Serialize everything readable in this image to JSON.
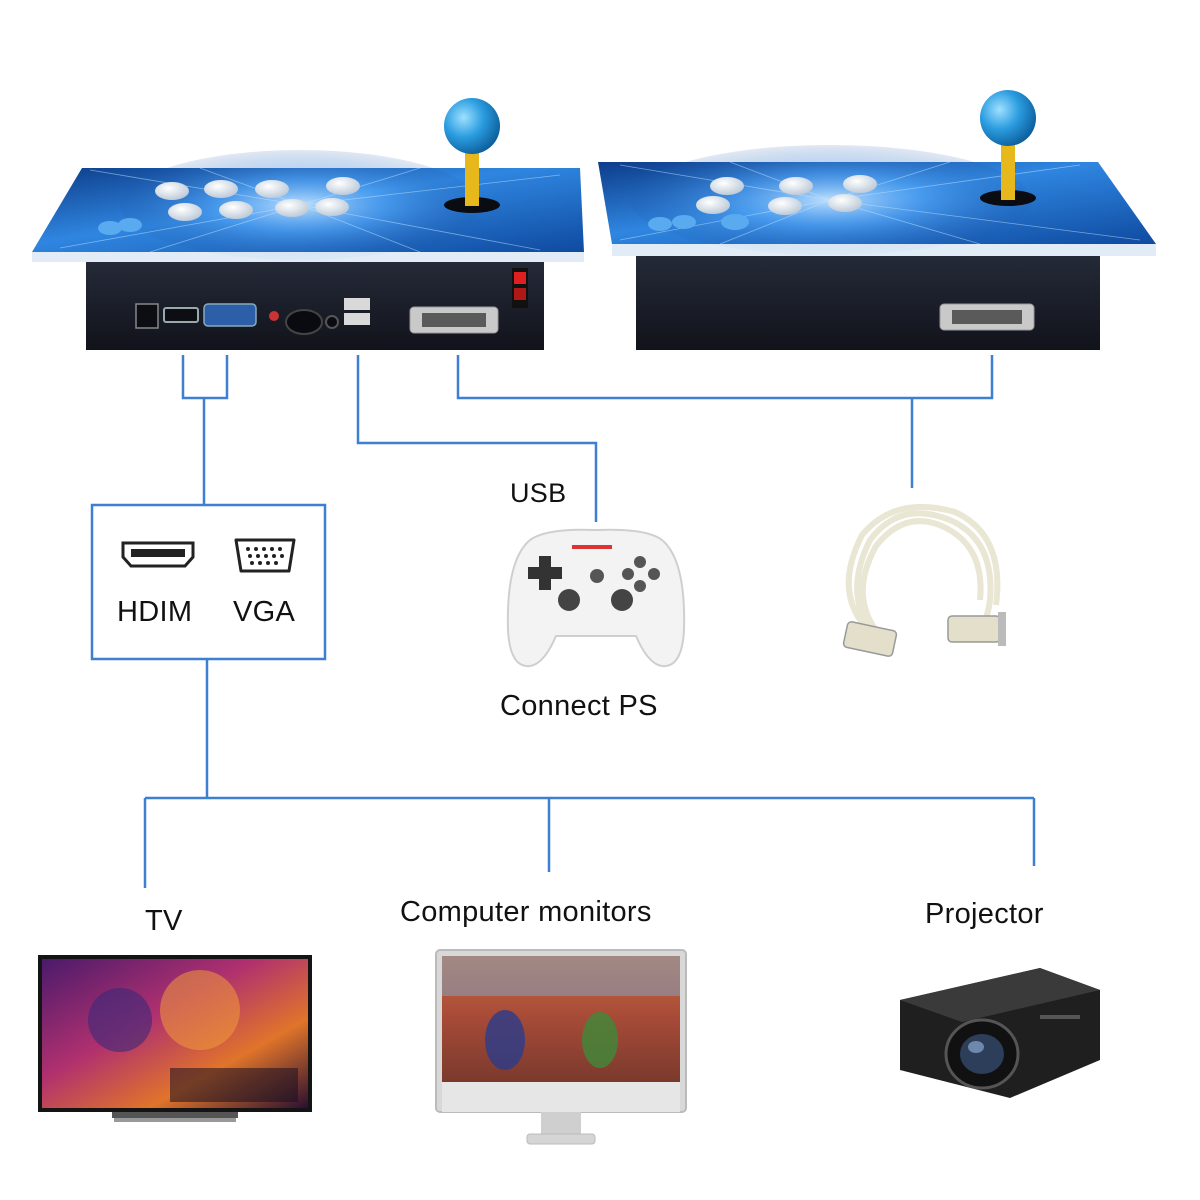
{
  "labels": {
    "usb": "USB",
    "hdmi": "HDIM",
    "vga": "VGA",
    "connect_ps": "Connect PS",
    "tv": "TV",
    "computer_monitors": "Computer monitors",
    "projector": "Projector"
  },
  "colors": {
    "connector_line": "#3d7fd1",
    "console_top": "#1e63b8",
    "console_body": "#1a1d29",
    "joystick_ball": "#2b9de0",
    "joystick_shaft": "#e7b81c"
  },
  "icons": [
    "hdmi-port-icon",
    "vga-port-icon",
    "gamepad-icon",
    "serial-cable-icon",
    "tv-icon",
    "monitor-icon",
    "projector-icon"
  ]
}
